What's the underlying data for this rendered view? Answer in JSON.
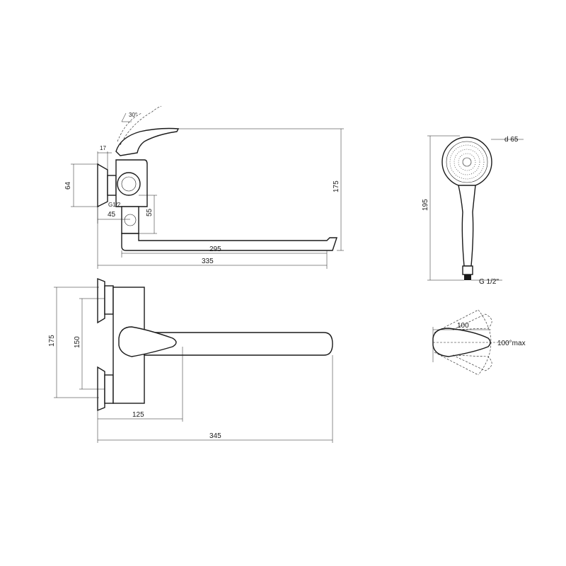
{
  "side_view": {
    "dim_angle": "30°",
    "dim_top_offset": "17",
    "dim_flange_height": "64",
    "dim_thread": "G1/2",
    "dim_outlet_offset": "45",
    "dim_outlet_height": "55",
    "dim_total_height": "175",
    "dim_spout_length": "295",
    "dim_total_length": "335"
  },
  "top_view": {
    "dim_height": "175",
    "dim_center_distance": "150",
    "dim_body_offset": "125",
    "dim_total_length": "345"
  },
  "shower_head": {
    "dim_diameter": "d 65",
    "dim_length": "195",
    "dim_thread": "G 1/2\""
  },
  "handle_detail": {
    "dim_width": "100",
    "dim_angle": "100°max"
  }
}
